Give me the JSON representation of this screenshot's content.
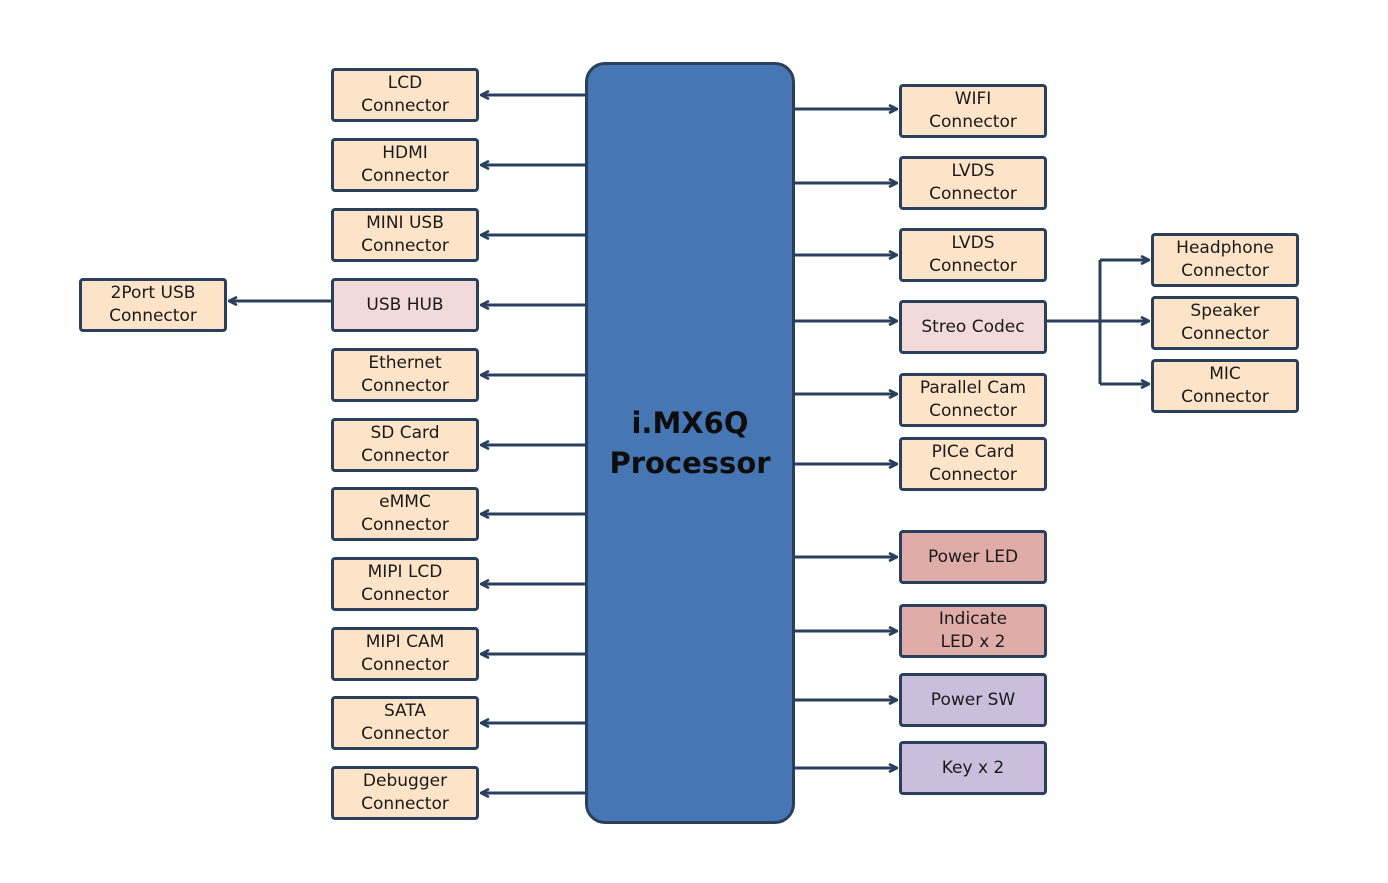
{
  "processor": {
    "line1": "i.MX6Q",
    "line2": "Processor"
  },
  "left_blocks": [
    {
      "line1": "LCD",
      "line2": "Connector",
      "color": "#fde4c8"
    },
    {
      "line1": "HDMI",
      "line2": "Connector",
      "color": "#fde4c8"
    },
    {
      "line1": "MINI USB",
      "line2": "Connector",
      "color": "#fde4c8"
    },
    {
      "line1": "USB HUB",
      "line2": "",
      "color": "#f2dada"
    },
    {
      "line1": "Ethernet",
      "line2": "Connector",
      "color": "#fde4c8"
    },
    {
      "line1": "SD Card",
      "line2": "Connector",
      "color": "#fde4c8"
    },
    {
      "line1": "eMMC",
      "line2": "Connector",
      "color": "#fde4c8"
    },
    {
      "line1": "MIPI LCD",
      "line2": "Connector",
      "color": "#fde4c8"
    },
    {
      "line1": "MIPI CAM",
      "line2": "Connector",
      "color": "#fde4c8"
    },
    {
      "line1": "SATA",
      "line2": "Connector",
      "color": "#fde4c8"
    },
    {
      "line1": "Debugger",
      "line2": "Connector",
      "color": "#fde4c8"
    }
  ],
  "usb_port": {
    "line1": "2Port USB",
    "line2": "Connector",
    "color": "#fde4c8"
  },
  "right_blocks": [
    {
      "line1": "WIFI",
      "line2": "Connector",
      "color": "#fde4c8"
    },
    {
      "line1": "LVDS",
      "line2": "Connector",
      "color": "#fde4c8"
    },
    {
      "line1": "LVDS",
      "line2": "Connector",
      "color": "#fde4c8"
    },
    {
      "line1": "Streo Codec",
      "line2": "",
      "color": "#f2dada"
    },
    {
      "line1": "Parallel Cam",
      "line2": "Connector",
      "color": "#fde4c8"
    },
    {
      "line1": "PICe Card",
      "line2": "Connector",
      "color": "#fde4c8"
    },
    {
      "line1": "Power LED",
      "line2": "",
      "color": "#e0aca8"
    },
    {
      "line1": "Indicate",
      "line2": "LED x 2",
      "color": "#e0aca8"
    },
    {
      "line1": "Power SW",
      "line2": "",
      "color": "#cbbedc"
    },
    {
      "line1": "Key x 2",
      "line2": "",
      "color": "#cbbedc"
    }
  ],
  "audio_blocks": [
    {
      "line1": "Headphone",
      "line2": "Connector",
      "color": "#fde4c8"
    },
    {
      "line1": "Speaker",
      "line2": "Connector",
      "color": "#fde4c8"
    },
    {
      "line1": "MIC",
      "line2": "Connector",
      "color": "#fde4c8"
    }
  ],
  "colors": {
    "processor": "#4676b3",
    "line": "#2a3f5c"
  }
}
